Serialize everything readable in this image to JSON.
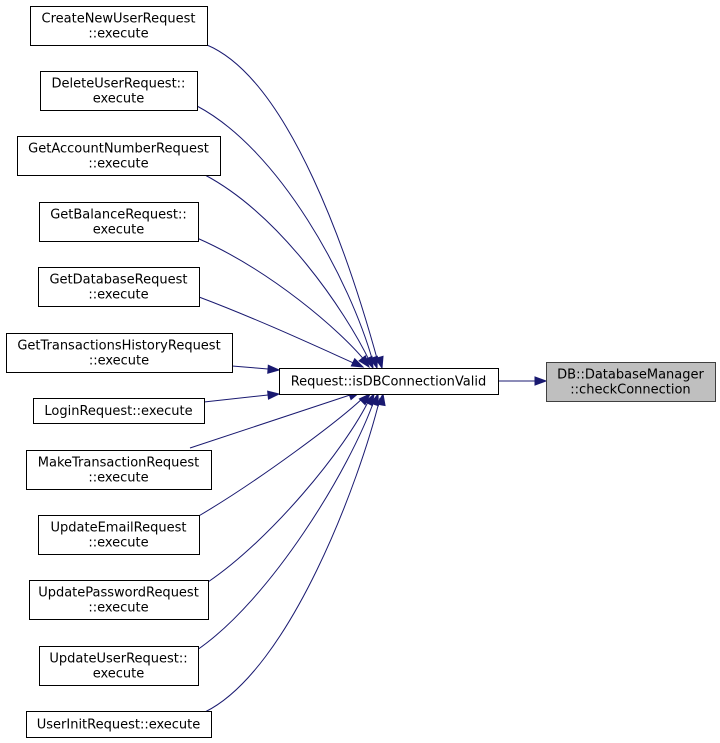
{
  "diagram": {
    "type": "call-graph",
    "edge_color": "#191970",
    "target_fill": "#bfbfbf",
    "target": {
      "id": "checkConnection",
      "lines": [
        "DB::DatabaseManager",
        "::checkConnection"
      ]
    },
    "hub": {
      "id": "isDBConnectionValid",
      "lines": [
        "Request::isDBConnectionValid"
      ]
    },
    "callers": [
      {
        "id": "createNewUser",
        "lines": [
          "CreateNewUserRequest",
          "::execute"
        ]
      },
      {
        "id": "deleteUser",
        "lines": [
          "DeleteUserRequest::",
          "execute"
        ]
      },
      {
        "id": "getAccountNumber",
        "lines": [
          "GetAccountNumberRequest",
          "::execute"
        ]
      },
      {
        "id": "getBalance",
        "lines": [
          "GetBalanceRequest::",
          "execute"
        ]
      },
      {
        "id": "getDatabase",
        "lines": [
          "GetDatabaseRequest",
          "::execute"
        ]
      },
      {
        "id": "getTransactionsHistory",
        "lines": [
          "GetTransactionsHistoryRequest",
          "::execute"
        ]
      },
      {
        "id": "login",
        "lines": [
          "LoginRequest::execute"
        ]
      },
      {
        "id": "makeTransaction",
        "lines": [
          "MakeTransactionRequest",
          "::execute"
        ]
      },
      {
        "id": "updateEmail",
        "lines": [
          "UpdateEmailRequest",
          "::execute"
        ]
      },
      {
        "id": "updatePassword",
        "lines": [
          "UpdatePasswordRequest",
          "::execute"
        ]
      },
      {
        "id": "updateUser",
        "lines": [
          "UpdateUserRequest::",
          "execute"
        ]
      },
      {
        "id": "userInit",
        "lines": [
          "UserInitRequest::execute"
        ]
      }
    ]
  }
}
